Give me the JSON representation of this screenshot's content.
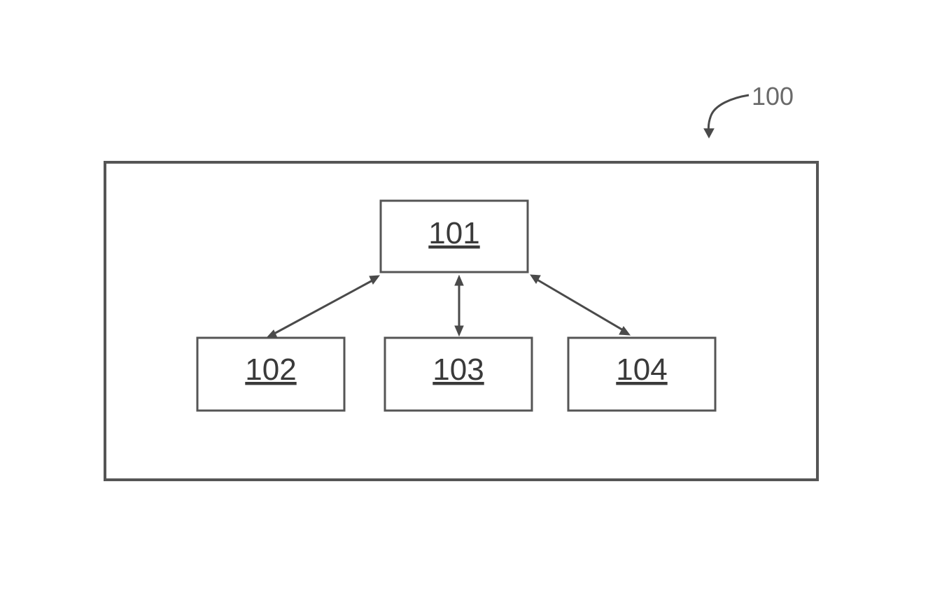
{
  "figure": {
    "reference_label": "100",
    "nodes": {
      "top": {
        "label": "101"
      },
      "left": {
        "label": "102"
      },
      "middle": {
        "label": "103"
      },
      "right": {
        "label": "104"
      }
    }
  },
  "colors": {
    "line": "#4a4a4a",
    "frame": "#555555",
    "background": "#ffffff"
  }
}
